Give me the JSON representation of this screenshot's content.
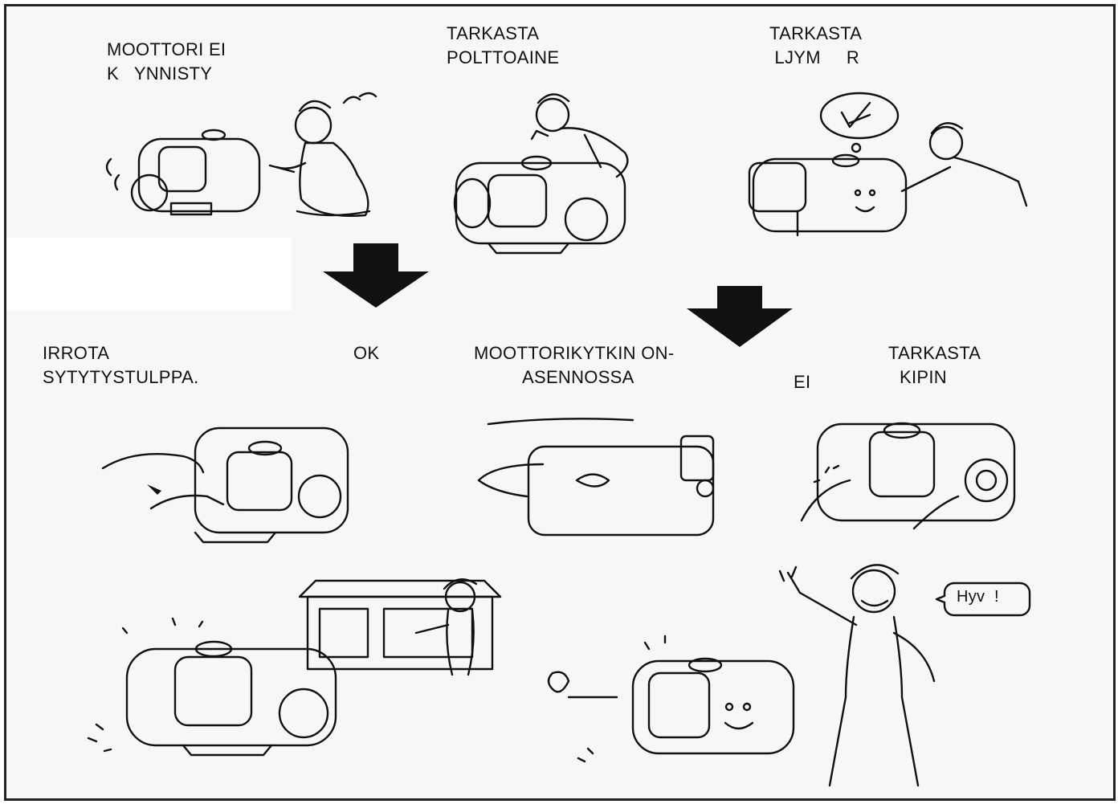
{
  "labels": {
    "not_starting_1": "MOOTTORI EI",
    "not_starting_2": "K   YNNISTY",
    "check_fuel_1": "TARKASTA",
    "check_fuel_2": "POLTTOAINE",
    "check_oil_1": "TARKASTA",
    "check_oil_2": " LJYM     R",
    "remove_plug_1": "IRROTA",
    "remove_plug_2": "SYTYTYSTULPPA.",
    "ok": "OK",
    "switch_1": "MOOTTORIKYTKIN ON-",
    "switch_2": "ASENNOSSA",
    "no": "EI",
    "check_spark_1": "TARKASTA",
    "check_spark_2": "KIPIN",
    "speech": "Hyv  !"
  },
  "icons": [
    "arrow-down-icon",
    "arrow-down-icon"
  ],
  "colors": {
    "ink": "#111111",
    "frame": "#222222",
    "background": "#f7f7f7"
  }
}
